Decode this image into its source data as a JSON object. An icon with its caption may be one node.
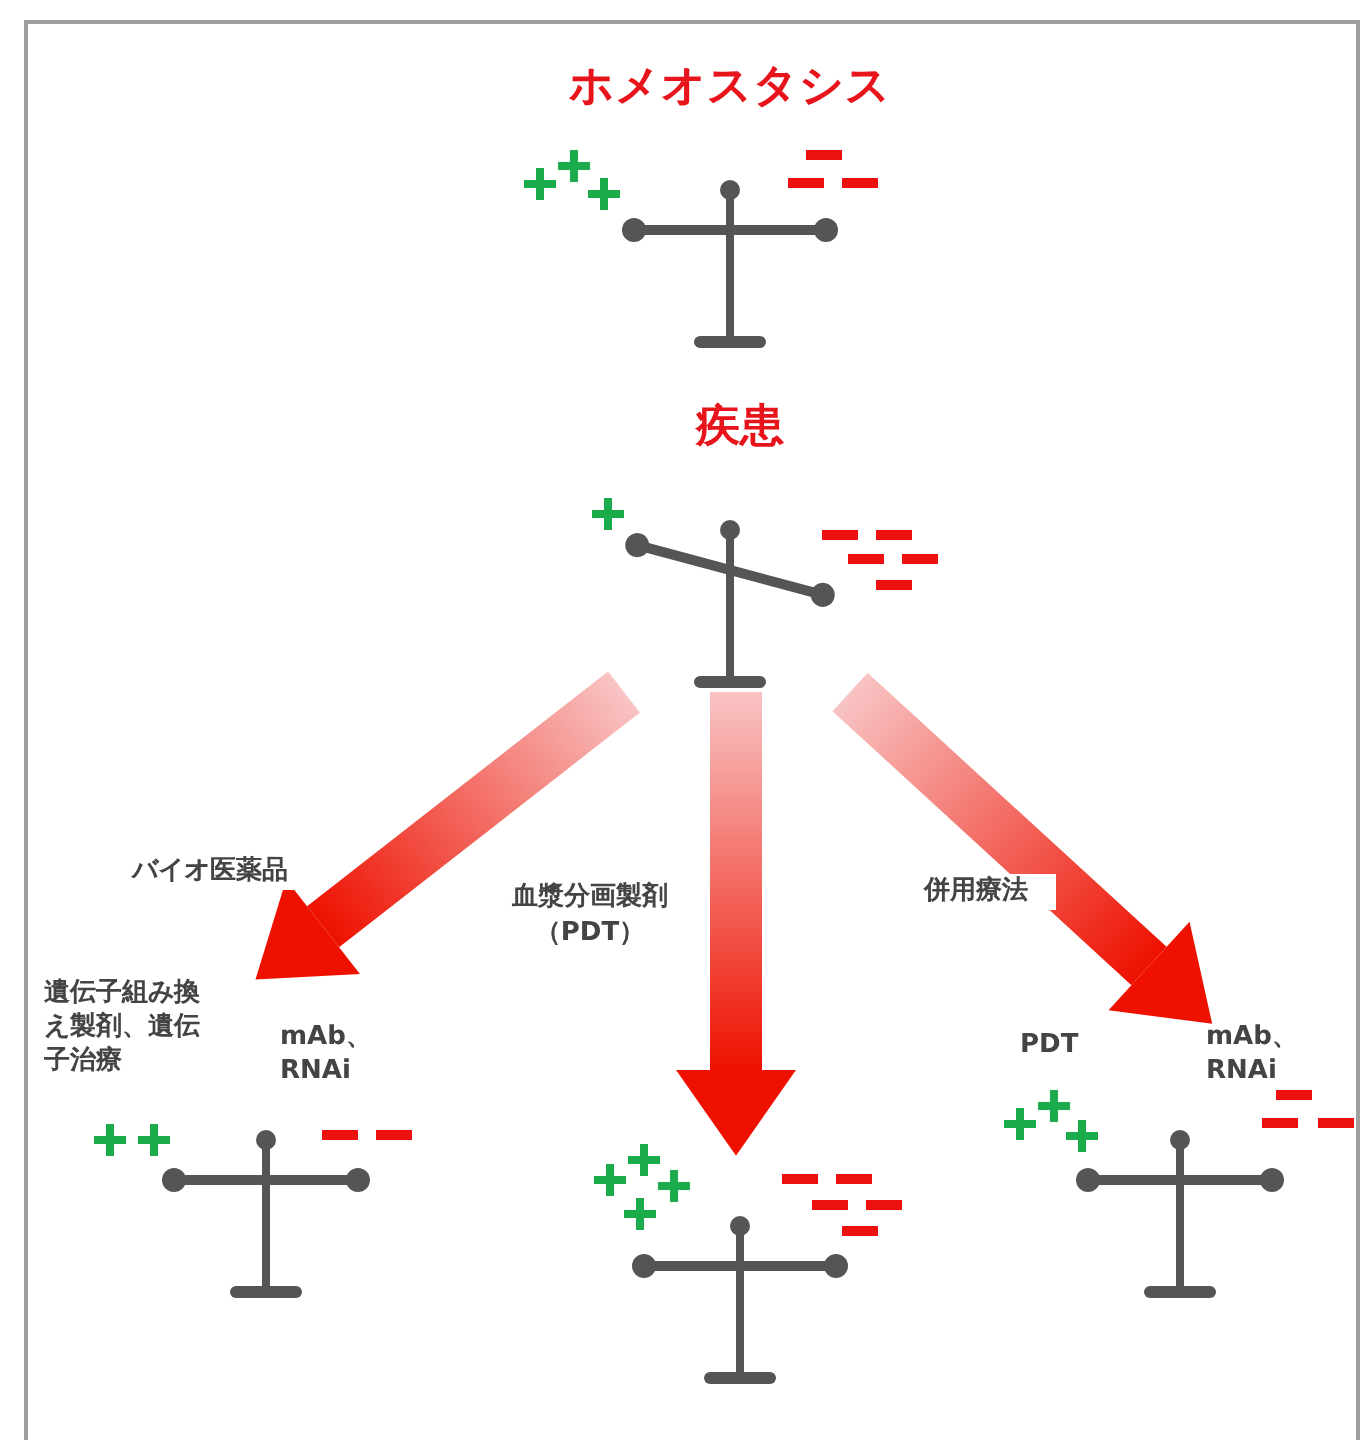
{
  "diagram": {
    "nodes": [
      {
        "text": [
          "ホメオスタシス"
        ]
      },
      {
        "text": [
          "疾患"
        ]
      },
      {
        "text": [
          "遺伝子組み換え製剤、遺伝子治療",
          "mAb、RNAi"
        ]
      },
      {
        "text": [],
        "shape": "picture"
      },
      {
        "text": [
          "PDT",
          "mAb、RNAi"
        ]
      }
    ],
    "edges": [
      {
        "from": 1,
        "to": 2,
        "arrow": "to",
        "label": "バイオ医薬品"
      },
      {
        "from": 1,
        "to": 3,
        "arrow": "to",
        "label": "血漿分画製剤（PDT）"
      },
      {
        "from": 1,
        "to": 4,
        "arrow": "to",
        "label": "併用療法"
      }
    ]
  }
}
